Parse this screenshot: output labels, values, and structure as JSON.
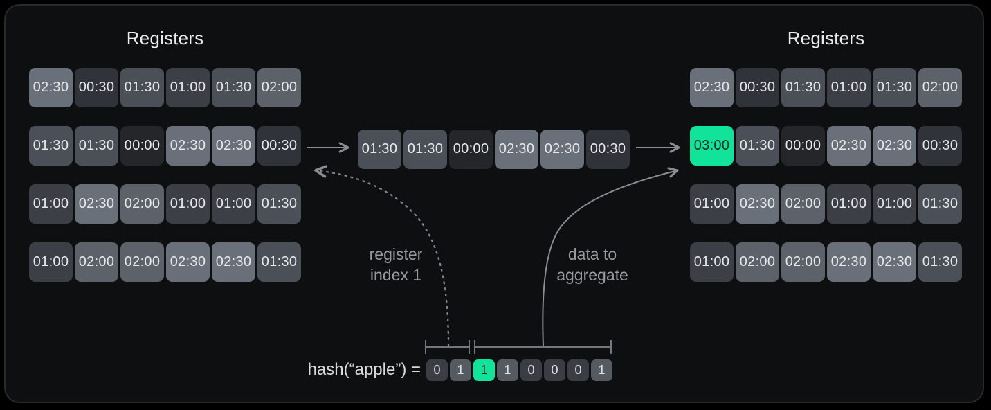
{
  "left_registers": {
    "title": "Registers",
    "rows": [
      [
        "02:30",
        "00:30",
        "01:30",
        "01:00",
        "01:30",
        "02:00"
      ],
      [
        "01:30",
        "01:30",
        "00:00",
        "02:30",
        "02:30",
        "00:30"
      ],
      [
        "01:00",
        "02:30",
        "02:00",
        "01:00",
        "01:00",
        "01:30"
      ],
      [
        "01:00",
        "02:00",
        "02:00",
        "02:30",
        "02:30",
        "01:30"
      ]
    ]
  },
  "merge_row": {
    "values": [
      "01:30",
      "01:30",
      "00:00",
      "02:30",
      "02:30",
      "00:30"
    ]
  },
  "right_registers": {
    "title": "Registers",
    "rows": [
      [
        "02:30",
        "00:30",
        "01:30",
        "01:00",
        "01:30",
        "02:00"
      ],
      [
        "03:00",
        "01:30",
        "00:00",
        "02:30",
        "02:30",
        "00:30"
      ],
      [
        "01:00",
        "02:30",
        "02:00",
        "01:00",
        "01:00",
        "01:30"
      ],
      [
        "01:00",
        "02:00",
        "02:00",
        "02:30",
        "02:30",
        "01:30"
      ]
    ],
    "highlight": {
      "row": 1,
      "col": 0,
      "value": "03:00"
    }
  },
  "annotations": {
    "register_index_lines": [
      "register",
      "index 1"
    ],
    "data_lines": [
      "data to",
      "aggregate"
    ]
  },
  "hash": {
    "prefix": "hash(“apple”) =",
    "bits": [
      "0",
      "1",
      "1",
      "1",
      "0",
      "0",
      "0",
      "1"
    ],
    "highlight_index": 2
  },
  "colors": {
    "background": "#000000",
    "panel_bg": "#0e0f11",
    "panel_border": "#28292c",
    "title_text": "#e9eaeb",
    "cell_text": "#e7e8ea",
    "label_text": "#979a9f",
    "hash_text": "#d8d9db",
    "arrow": "#8a8d92",
    "dashed_arrow": "#83868b",
    "bracket": "#74777c",
    "highlight": "#12e39b",
    "highlight_text": "#132a21",
    "bit_text": "#dfe0e2",
    "value_colors": {
      "00:00": "#24262a",
      "00:30": "#303339",
      "01:00": "#3c4046",
      "01:30": "#4b5058",
      "02:00": "#5c616a",
      "02:30": "#6a707a"
    },
    "bit_colors": {
      "0": "#3a3e44",
      "1": "#565b62"
    }
  }
}
